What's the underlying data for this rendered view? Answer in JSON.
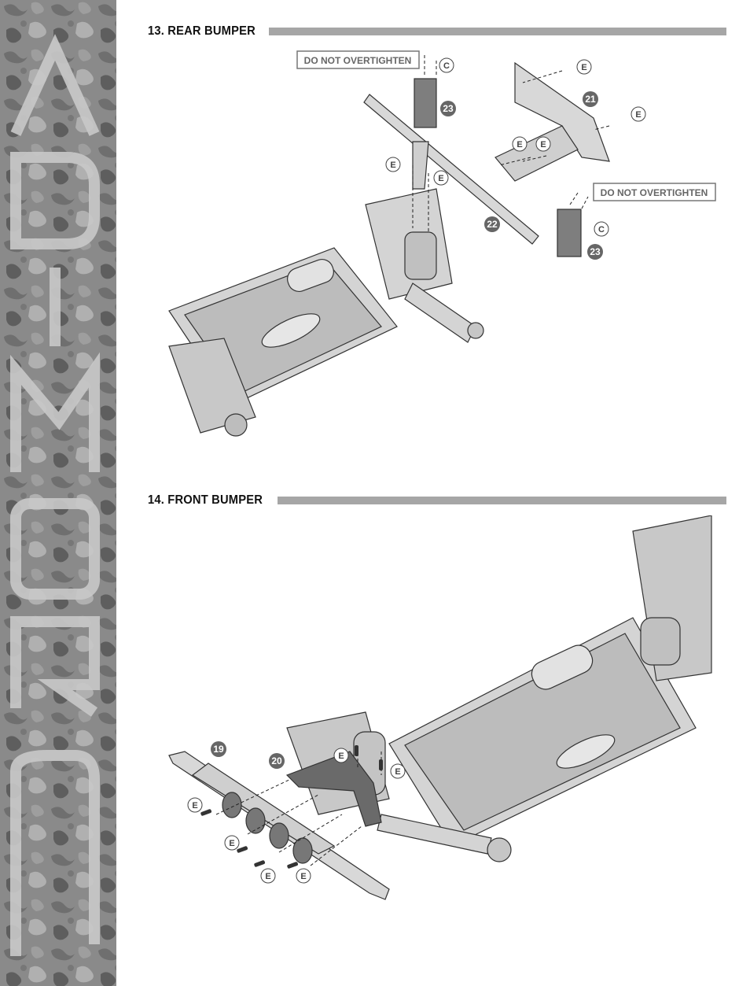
{
  "sidebar": {
    "brand_text": "DROMIDA",
    "background_color": "#8d8d8d"
  },
  "step13": {
    "title": "13. REAR BUMPER",
    "notes": [
      "DO NOT OVERTIGHTEN",
      "DO NOT OVERTIGHTEN"
    ],
    "part_numbers": [
      "21",
      "22",
      "23",
      "23"
    ],
    "hardware_letters": [
      "C",
      "C",
      "E",
      "E",
      "E",
      "E",
      "E",
      "E"
    ]
  },
  "step14": {
    "title": "14. FRONT BUMPER",
    "part_numbers": [
      "19",
      "20"
    ],
    "hardware_letters": [
      "E",
      "E",
      "E",
      "E",
      "E",
      "E"
    ]
  },
  "colors": {
    "rule": "#a6a6a6",
    "part_badge": "#666666",
    "line": "#222222"
  }
}
